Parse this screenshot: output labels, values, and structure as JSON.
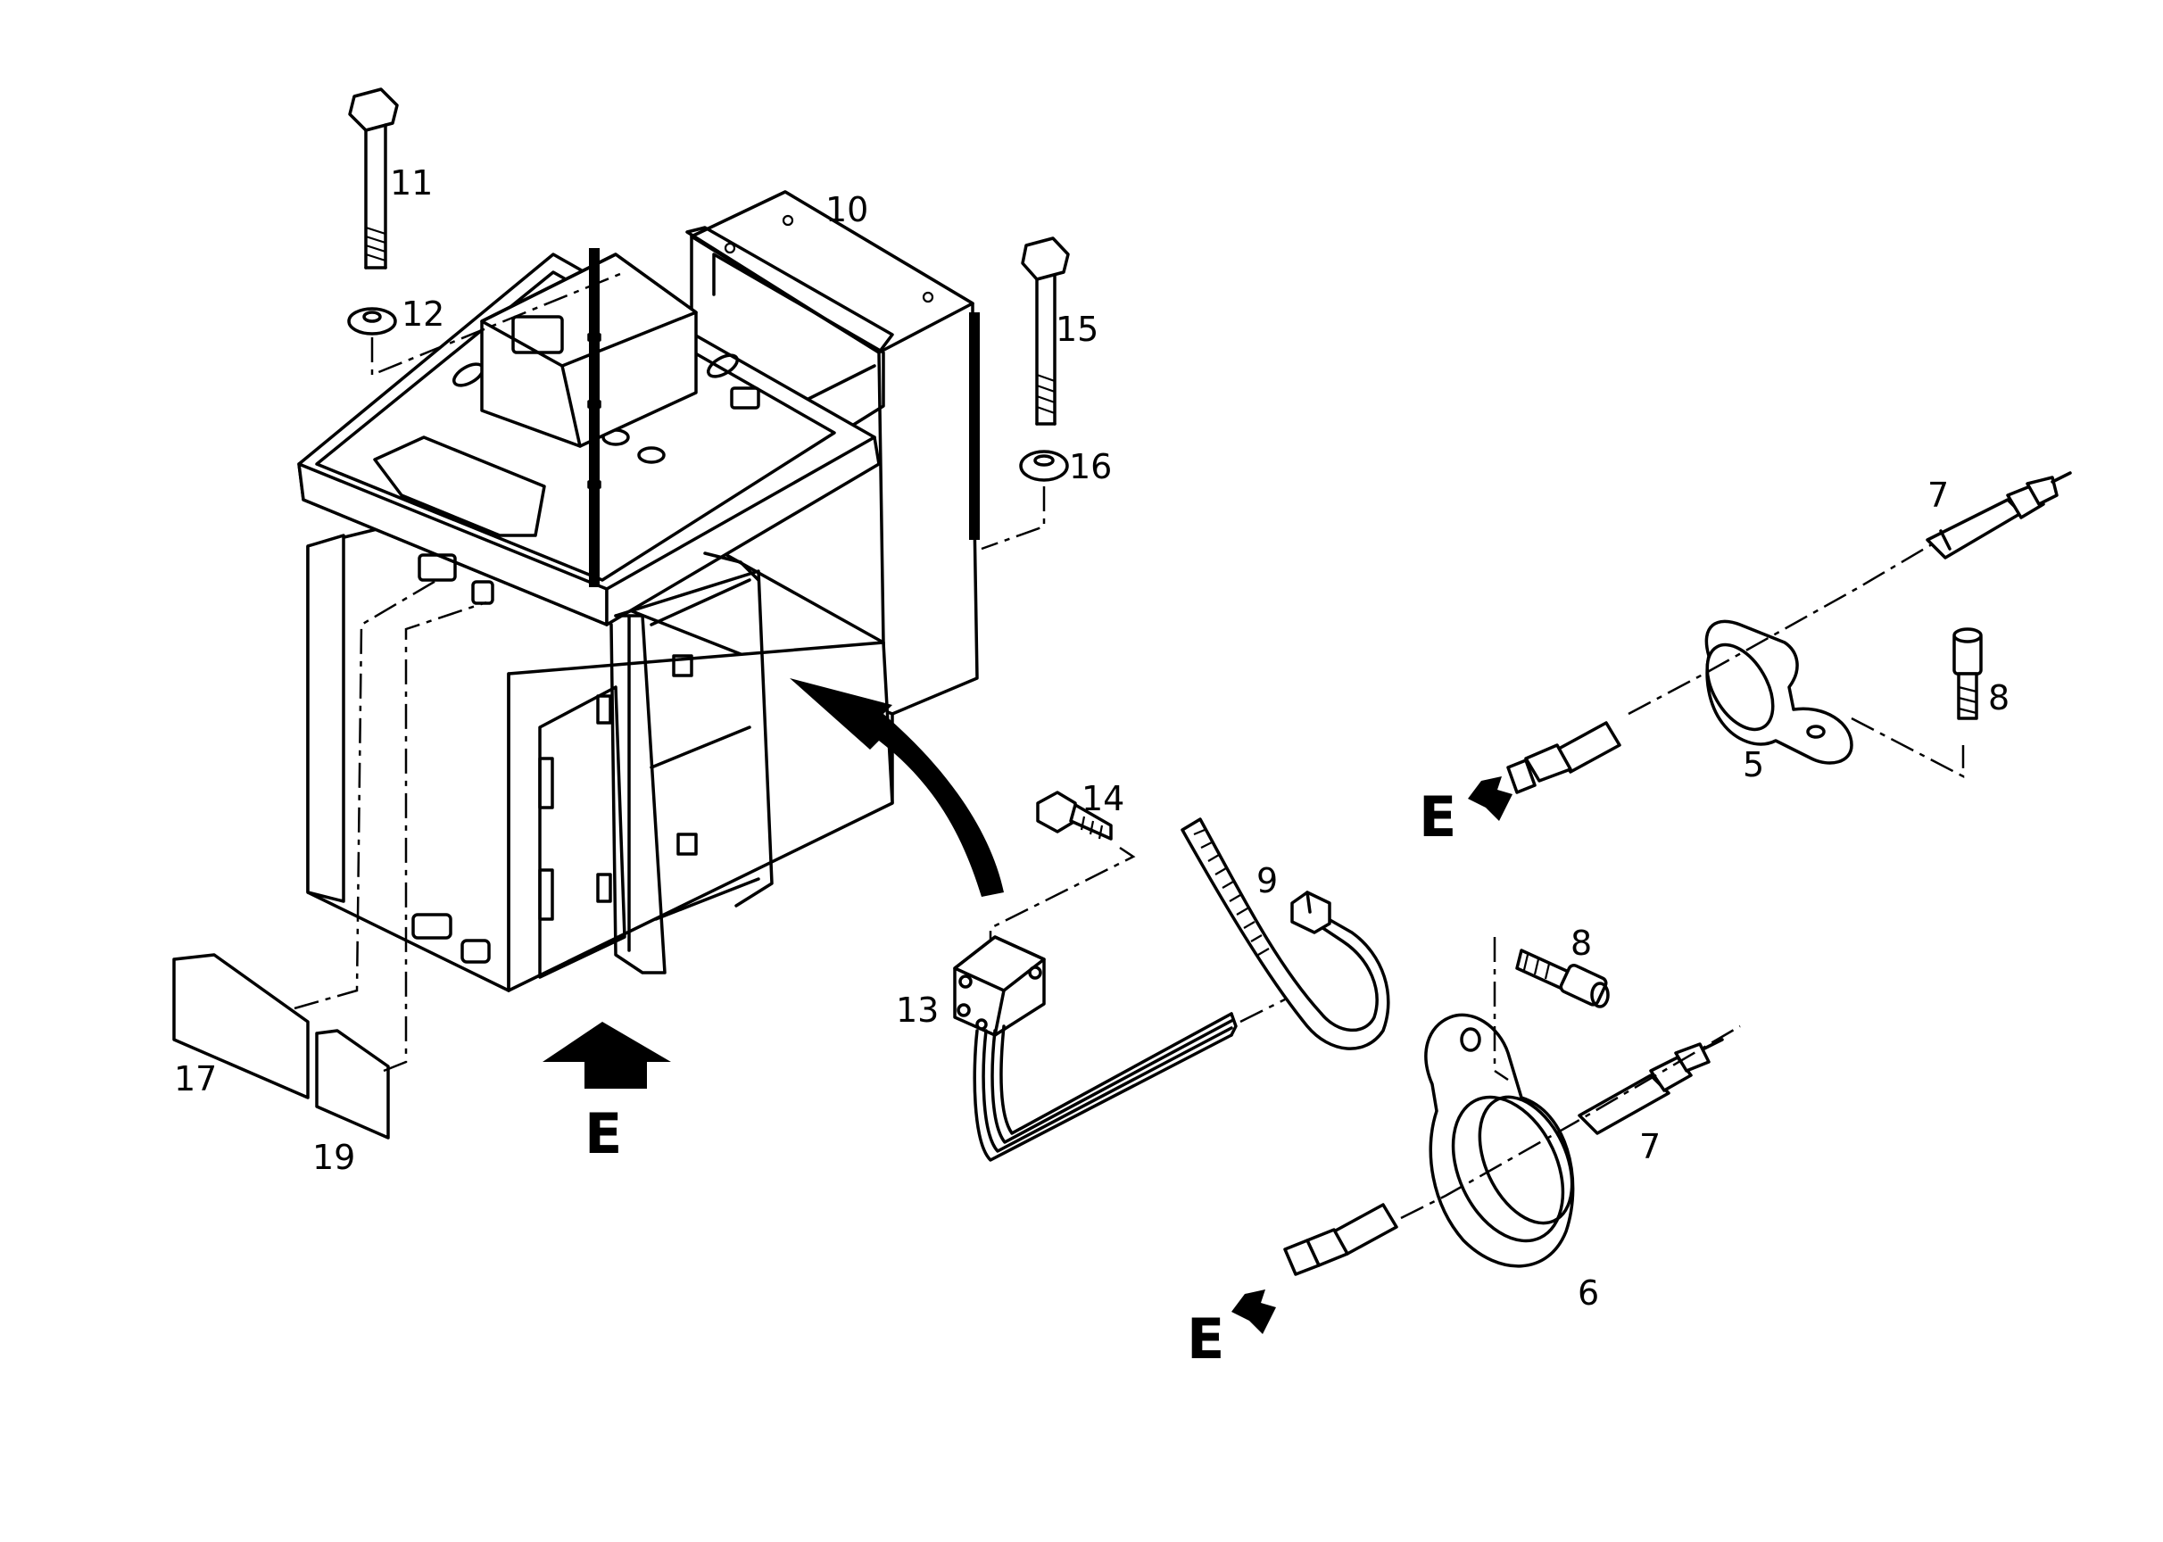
{
  "diagram": {
    "callouts": {
      "c5": "5",
      "c6": "6",
      "c7a": "7",
      "c7b": "7",
      "c8a": "8",
      "c8b": "8",
      "c9": "9",
      "c10": "10",
      "c11": "11",
      "c12": "12",
      "c13": "13",
      "c14": "14",
      "c15": "15",
      "c16": "16",
      "c17": "17",
      "c19": "19"
    },
    "view_labels": {
      "e_main": "E",
      "e_upper": "E",
      "e_lower": "E"
    }
  }
}
